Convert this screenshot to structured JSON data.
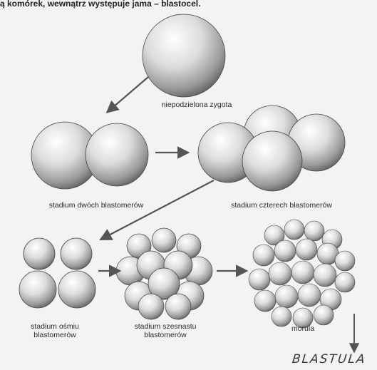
{
  "header": {
    "caption": "ą komórek, wewnątrz występuje jama – blastocel."
  },
  "stages": {
    "zygote": "niepodzielona zygota",
    "two_cell": "stadium dwóch blastomerów",
    "four_cell": "stadium czterech blastomerów",
    "eight_cell_line1": "stadium ośmiu",
    "eight_cell_line2": "blastomerów",
    "sixteen_cell_line1": "stadium szesnastu",
    "sixteen_cell_line2": "blastomerów",
    "morula": "morula"
  },
  "handwritten": {
    "next_stage": "BLASTULA"
  },
  "colors": {
    "sphere_light": "#ffffff",
    "sphere_mid": "#c9c9c9",
    "sphere_dark": "#6f6f6f",
    "arrow": "#555555"
  }
}
